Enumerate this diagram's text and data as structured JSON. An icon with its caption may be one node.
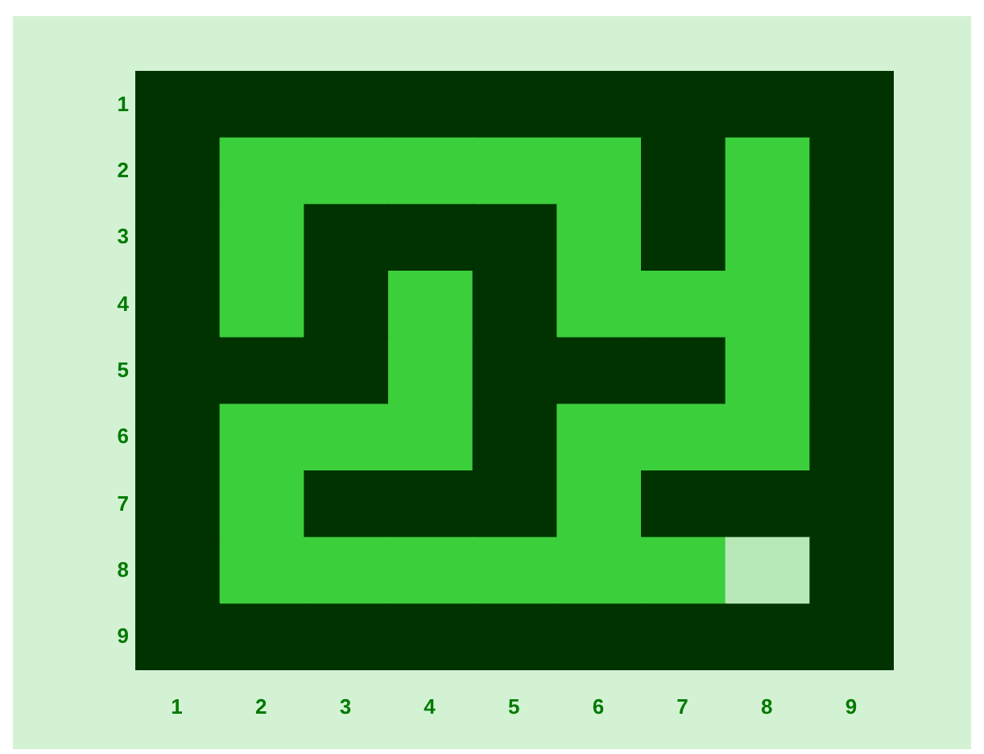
{
  "diagram": {
    "labels": [
      "1",
      "2",
      "3",
      "4",
      "5",
      "6",
      "7",
      "8",
      "9",
      "1",
      "2",
      "3",
      "4",
      "5",
      "6",
      "7",
      "8",
      "9"
    ]
  }
}
